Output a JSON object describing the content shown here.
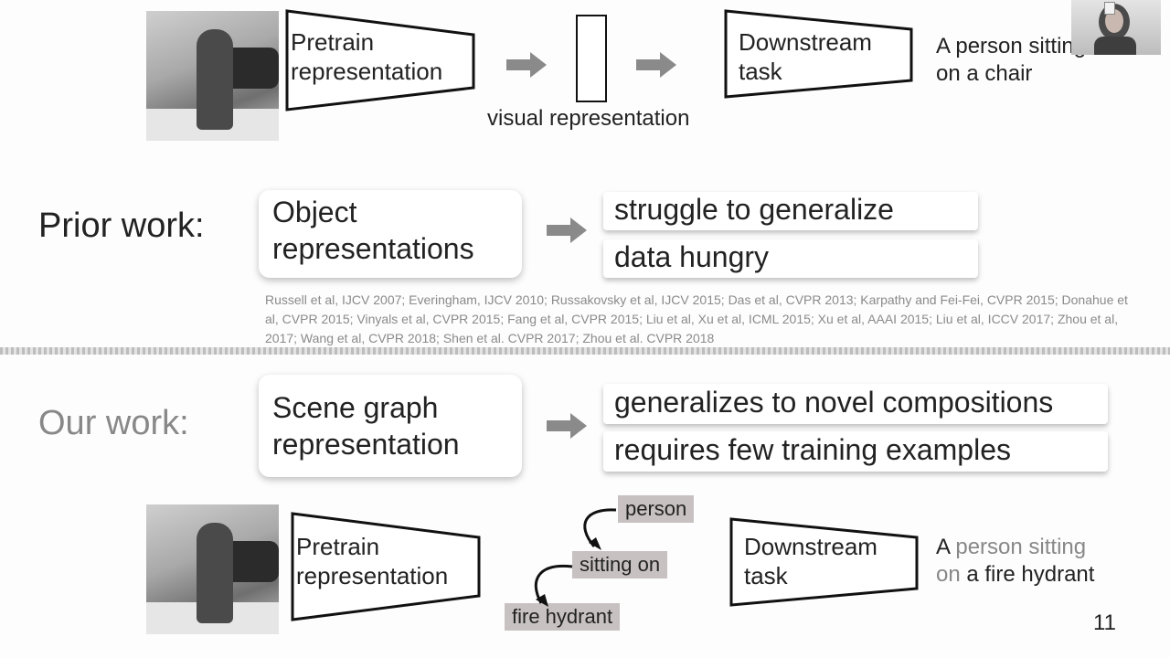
{
  "top": {
    "pretrain": "Pretrain\nrepresentation",
    "visual_representation": "visual representation",
    "downstream": "Downstream\ntask",
    "caption": "A person sitting\non a chair"
  },
  "prior": {
    "heading": "Prior work:",
    "card": "Object\nrepresentations",
    "results": [
      "struggle to generalize",
      "data hungry"
    ],
    "citations": "Russell et al, IJCV 2007; Everingham, IJCV 2010; Russakovsky et al, IJCV 2015; Das et al, CVPR 2013; Karpathy and Fei-Fei, CVPR 2015; Donahue et al, CVPR 2015; Vinyals et al, CVPR 2015; Fang et al, CVPR 2015; Liu et al, Xu et al, ICML 2015; Xu et al, AAAI 2015; Liu et al, ICCV 2017; Zhou et al, 2017; Wang et al, CVPR 2018; Shen et al. CVPR 2017; Zhou et al. CVPR 2018"
  },
  "ours": {
    "heading": "Our work:",
    "card": "Scene graph\nrepresentation",
    "results": [
      "generalizes to novel compositions",
      "requires few training examples"
    ]
  },
  "bottom": {
    "pretrain": "Pretrain\nrepresentation",
    "graph": {
      "person": "person",
      "sitting_on": "sitting on",
      "fire_hydrant": "fire hydrant"
    },
    "downstream": "Downstream\ntask",
    "caption_prefix": "A ",
    "caption_highlight1": "person sitting",
    "caption_line2_prefix": "on",
    "caption_line2_rest": " a fire hydrant"
  },
  "page_number": "11",
  "colors": {
    "tag_bg": "#c8c1c1",
    "citation": "#8a8a8a",
    "muted": "#888888"
  }
}
